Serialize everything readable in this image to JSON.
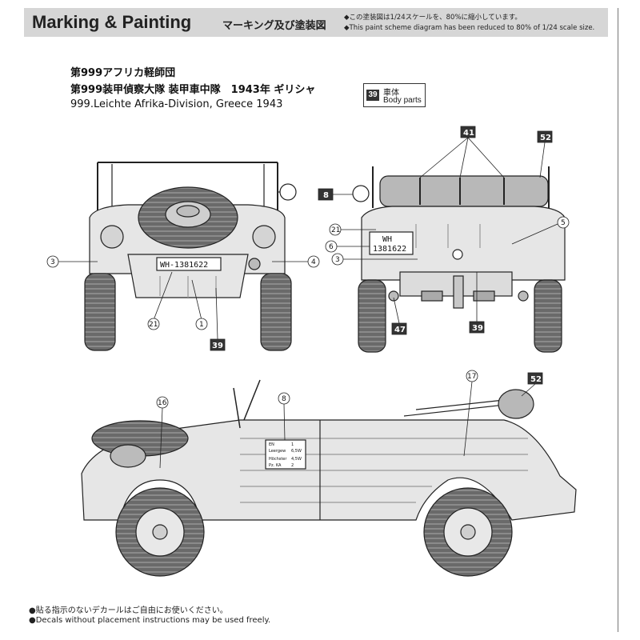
{
  "header": {
    "title": "Marking & Painting",
    "title_jp": "マーキング及び塗装図",
    "note_jp": "◆この塗装図は1/24スケールを、80%に縮小しています。",
    "note_en": "◆This paint scheme diagram has been reduced to 80% of 1/24 scale size."
  },
  "unit": {
    "line1": "第999アフリカ軽師団",
    "line2": "第999装甲偵察大隊 装甲車中隊　1943年 ギリシャ",
    "line3": "999.Leichte Afrika-Division, Greece 1943"
  },
  "legend": {
    "number": "39",
    "label_jp": "車体",
    "label_en": "Body parts"
  },
  "plates": {
    "front": "WH-1381622",
    "rear_line1": "WH",
    "rear_line2": "1381622"
  },
  "stencil": {
    "row1_label": "EN",
    "row1_value": "1",
    "row2_label": "Leergew",
    "row2_value": "6,5W",
    "row3_label": "Höchster",
    "row3_value": "4,5W",
    "row4_label": "Pz. KA",
    "row4_value": "2"
  },
  "callouts": {
    "front": {
      "c3": "3",
      "c4": "4",
      "c21": "21",
      "c1": "1",
      "c39": "39"
    },
    "rear": {
      "c41": "41",
      "c52": "52",
      "c8": "8",
      "c21": "21",
      "c6": "6",
      "c3": "3",
      "c5": "5",
      "c47": "47",
      "c39": "39"
    },
    "side": {
      "c16": "16",
      "c8": "8",
      "c17": "17",
      "c52": "52"
    }
  },
  "footer": {
    "note_jp": "●貼る指示のないデカールはご自由にお使いください。",
    "note_en": "●Decals without placement instructions may be used freely."
  },
  "colors": {
    "header_bg": "#d6d6d6",
    "body_fill": "#e6e6e6",
    "tire": "#6a6a6a",
    "line": "#222222"
  }
}
